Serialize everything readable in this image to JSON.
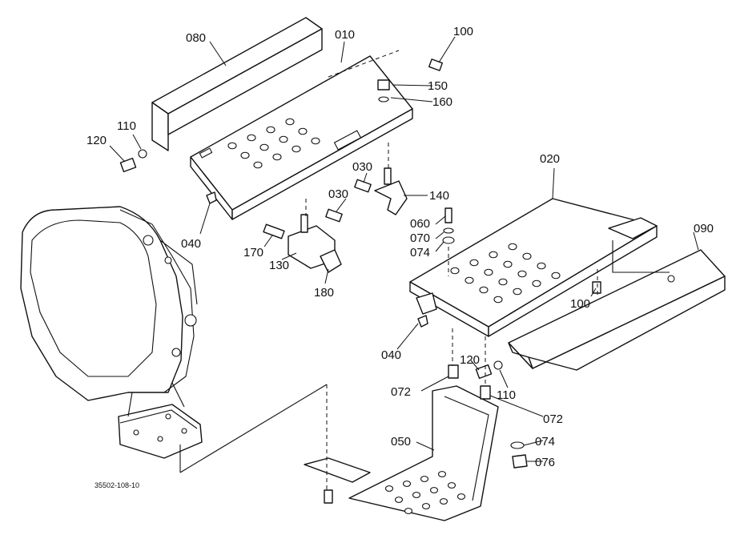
{
  "labels": {
    "p080": "080",
    "p010": "010",
    "p100a": "100",
    "p150": "150",
    "p160": "160",
    "p110a": "110",
    "p120a": "120",
    "p030a": "030",
    "p030b": "030",
    "p140": "140",
    "p040a": "040",
    "p170": "170",
    "p130": "130",
    "p180": "180",
    "p020": "020",
    "p060": "060",
    "p070": "070",
    "p074a": "074",
    "p090": "090",
    "p100b": "100",
    "p040b": "040",
    "p120b": "120",
    "p110b": "110",
    "p072a": "072",
    "p072b": "072",
    "p050": "050",
    "p074b": "074",
    "p076": "076"
  },
  "drawing_ref": "35502-108-10"
}
